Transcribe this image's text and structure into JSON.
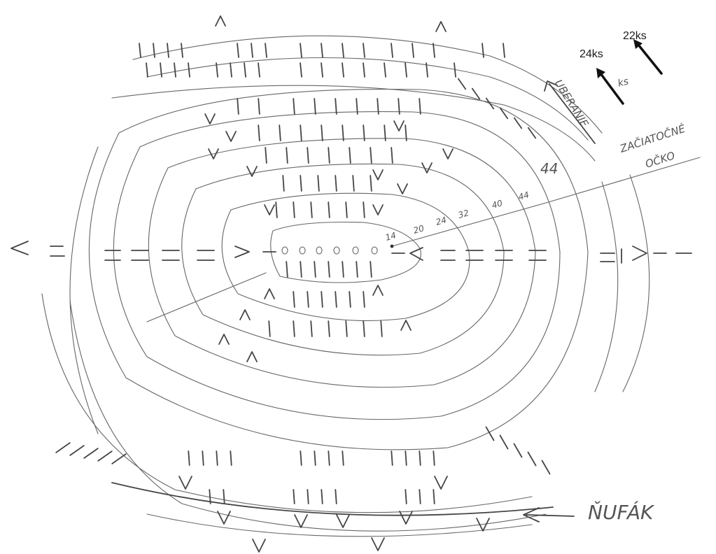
{
  "labels": {
    "counts": [
      "22ks",
      "24ks"
    ],
    "ks_note": "ks",
    "decrease": "UBERANIE",
    "start_line_1": "ZAČIATOČNÉ",
    "start_line_2": "OČKO",
    "round_counts": [
      "14",
      "20",
      "24",
      "32",
      "40",
      "44"
    ],
    "outer_count": "44",
    "heel": "ŇUFÁK"
  },
  "colors": {
    "pencil": "#666666",
    "ink": "#1a1a1a"
  }
}
